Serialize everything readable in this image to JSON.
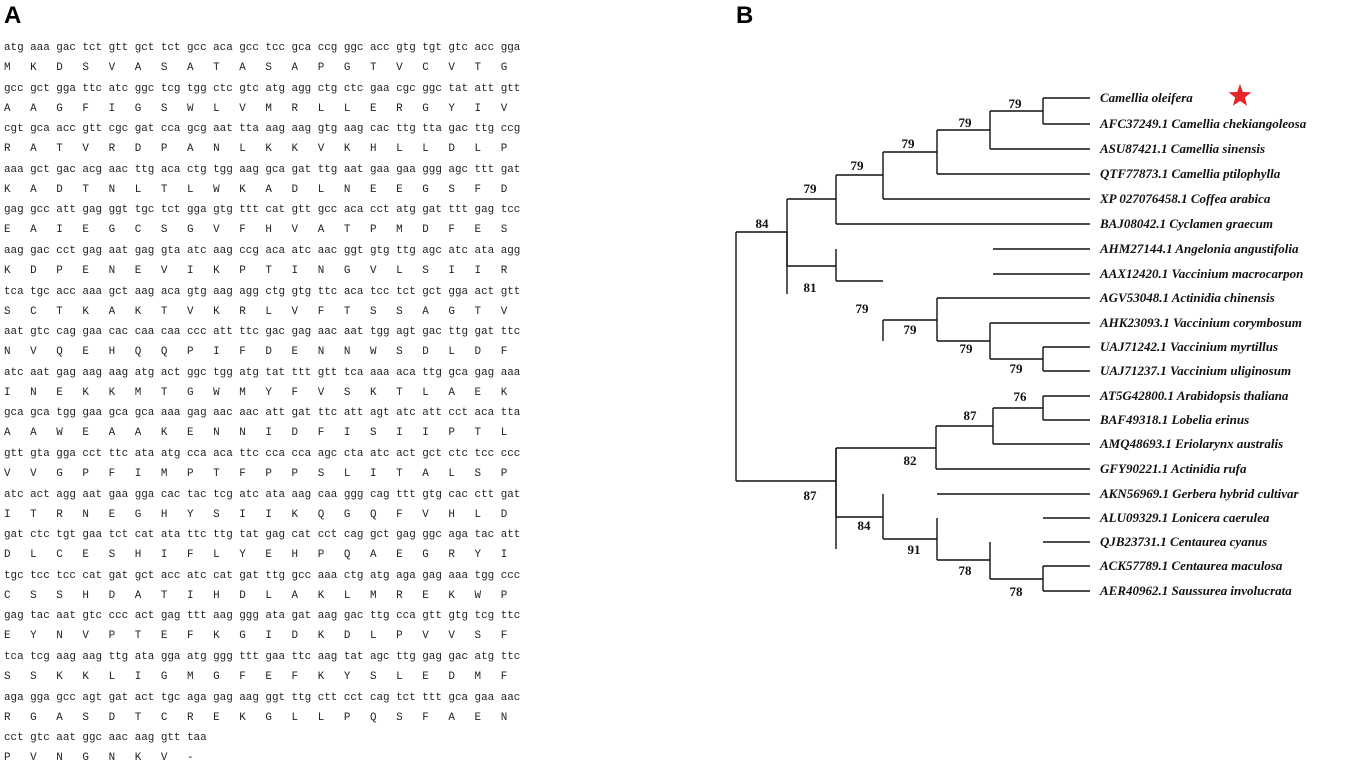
{
  "panels": {
    "a_label": "A",
    "b_label": "B"
  },
  "sequence": {
    "rows": [
      {
        "nt": "atg aaa gac tct gtt gct tct gcc aca gcc tcc gca ccg ggc acc gtg tgt gtc acc gga",
        "aa": "M K D S V A S A T A S A P G T V C V T G"
      },
      {
        "nt": "gcc gct gga ttc atc ggc tcg tgg ctc gtc atg agg ctg ctc gaa cgc ggc tat att gtt",
        "aa": "A A G F I G S W L V M R L L E R G Y I V"
      },
      {
        "nt": "cgt gca acc gtt cgc gat cca gcg aat tta aag aag gtg aag cac ttg tta gac ttg ccg",
        "aa": "R A T V R D P A N L K K V K H L L D L P"
      },
      {
        "nt": "aaa gct gac acg aac ttg aca ctg tgg aag gca gat ttg aat gaa gaa ggg agc ttt gat",
        "aa": "K A D T N L T L W K A D L N E E G S F D"
      },
      {
        "nt": "gag gcc att gag ggt tgc tct gga gtg ttt cat gtt gcc aca cct atg gat ttt gag tcc",
        "aa": "E A I E G C S G V F H V A T P M D F E S"
      },
      {
        "nt": "aag gac cct gag aat gag gta atc aag ccg aca atc aac ggt gtg ttg agc atc ata agg",
        "aa": "K D P E N E V I K P T I N G V L S I I R"
      },
      {
        "nt": "tca tgc acc aaa gct aag aca gtg aag agg ctg gtg ttc aca tcc tct gct gga act gtt",
        "aa": "S C T K A K T V K R L V F T S S A G T V"
      },
      {
        "nt": "aat gtc cag gaa cac caa caa ccc att ttc gac gag aac aat tgg agt gac ttg gat ttc",
        "aa": "N V Q E H Q Q P I F D E N N W S D L D F"
      },
      {
        "nt": "atc aat gag aag aag atg act ggc tgg atg tat ttt gtt tca aaa aca ttg gca gag aaa",
        "aa": "I N E K K M T G W M Y F V S K T L A E K"
      },
      {
        "nt": "gca gca tgg gaa gca gca aaa gag aac aac att gat ttc att agt atc att cct aca tta",
        "aa": "A A W E A A K E N N I D F I S I I P T L"
      },
      {
        "nt": "gtt gta gga cct ttc ata atg cca aca ttc cca cca agc cta atc act gct ctc tcc ccc",
        "aa": "V V G P F I M P T F P P S L I T A L S P"
      },
      {
        "nt": "atc act agg aat gaa gga cac tac tcg atc ata aag caa ggg cag ttt gtg cac ctt gat",
        "aa": "I T R N E G H Y S I I K Q G Q F V H L D"
      },
      {
        "nt": "gat ctc tgt gaa tct cat ata ttc ttg tat gag cat cct cag gct gag ggc aga tac att",
        "aa": "D L C E S H I F L Y E H P Q A E G R Y I"
      },
      {
        "nt": "tgc tcc tcc cat gat gct acc atc cat gat ttg gcc aaa ctg atg aga gag aaa tgg ccc",
        "aa": "C S S H D A T I H D L A K L M R E K W P"
      },
      {
        "nt": "gag tac aat gtc ccc act gag ttt aag ggg ata gat aag gac ttg cca gtt gtg tcg ttc",
        "aa": "E Y N V P T E F K G I D K D L P V V S F"
      },
      {
        "nt": "tca tcg aag aag ttg ata gga atg ggg ttt gaa ttc aag tat agc ttg gag gac atg ttc",
        "aa": "S S K K L I G M G F E F K Y S L E D M F"
      },
      {
        "nt": "aga gga gcc agt gat act tgc aga gag aag ggt ttg ctt cct cag tct ttt gca gaa aac",
        "aa": "R G A S D T C R E K G L L P Q S F A E N"
      },
      {
        "nt": "cct gtc aat ggc aac aag gtt taa",
        "aa": "P V N G N K V -"
      }
    ]
  },
  "tree": {
    "taxa": [
      "Camellia oleifera",
      "AFC37249.1 Camellia chekiangoleosa",
      "ASU87421.1 Camellia sinensis",
      "QTF77873.1 Camellia ptilophylla",
      "XP 027076458.1 Coffea arabica",
      "BAJ08042.1 Cyclamen graecum",
      "AHM27144.1 Angelonia angustifolia",
      "AAX12420.1 Vaccinium macrocarpon",
      "AGV53048.1 Actinidia chinensis",
      "AHK23093.1 Vaccinium corymbosum",
      "UAJ71242.1 Vaccinium myrtillus",
      "UAJ71237.1 Vaccinium uliginosum",
      "AT5G42800.1 Arabidopsis thaliana",
      "BAF49318.1 Lobelia erinus",
      "AMQ48693.1 Eriolarynx australis",
      "GFY90221.1 Actinidia rufa",
      "AKN56969.1 Gerbera hybrid cultivar",
      "ALU09329.1 Lonicera caerulea",
      "QJB23731.1 Centaurea cyanus",
      "ACK57789.1 Centaurea maculosa",
      "AER40962.1 Saussurea involucrata"
    ],
    "bootstrap": [
      {
        "id": "n79a",
        "value": "79"
      },
      {
        "id": "n79b",
        "value": "79"
      },
      {
        "id": "n79c",
        "value": "79"
      },
      {
        "id": "n79d",
        "value": "79"
      },
      {
        "id": "n79e",
        "value": "79"
      },
      {
        "id": "n84a",
        "value": "84"
      },
      {
        "id": "n81",
        "value": "81"
      },
      {
        "id": "n79f",
        "value": "79"
      },
      {
        "id": "n79g",
        "value": "79"
      },
      {
        "id": "n79h",
        "value": "79"
      },
      {
        "id": "n79i",
        "value": "79"
      },
      {
        "id": "n76",
        "value": "76"
      },
      {
        "id": "n87a",
        "value": "87"
      },
      {
        "id": "n82",
        "value": "82"
      },
      {
        "id": "n87b",
        "value": "87"
      },
      {
        "id": "n84b",
        "value": "84"
      },
      {
        "id": "n91",
        "value": "91"
      },
      {
        "id": "n78a",
        "value": "78"
      },
      {
        "id": "n78b",
        "value": "78"
      }
    ],
    "highlight_taxon": "Camellia oleifera",
    "highlight_color": "#e8242b"
  }
}
